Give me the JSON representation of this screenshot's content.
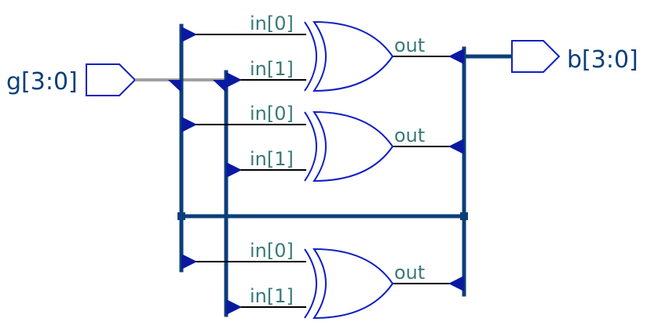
{
  "ports": {
    "input": {
      "label": "g[3:0]"
    },
    "output": {
      "label": "b[3:0]"
    }
  },
  "gates": [
    {
      "type": "xor",
      "in0": "in[0]",
      "in1": "in[1]",
      "out": "out"
    },
    {
      "type": "xor",
      "in0": "in[0]",
      "in1": "in[1]",
      "out": "out"
    },
    {
      "type": "xor",
      "in0": "in[0]",
      "in1": "in[1]",
      "out": "out"
    }
  ],
  "colors": {
    "bus": "#0b3f7a",
    "gate_outline": "#1020c0",
    "pin_label": "#3a7a78",
    "arrow": "#0a1aa0",
    "input_wire": "#a0a0a0"
  }
}
